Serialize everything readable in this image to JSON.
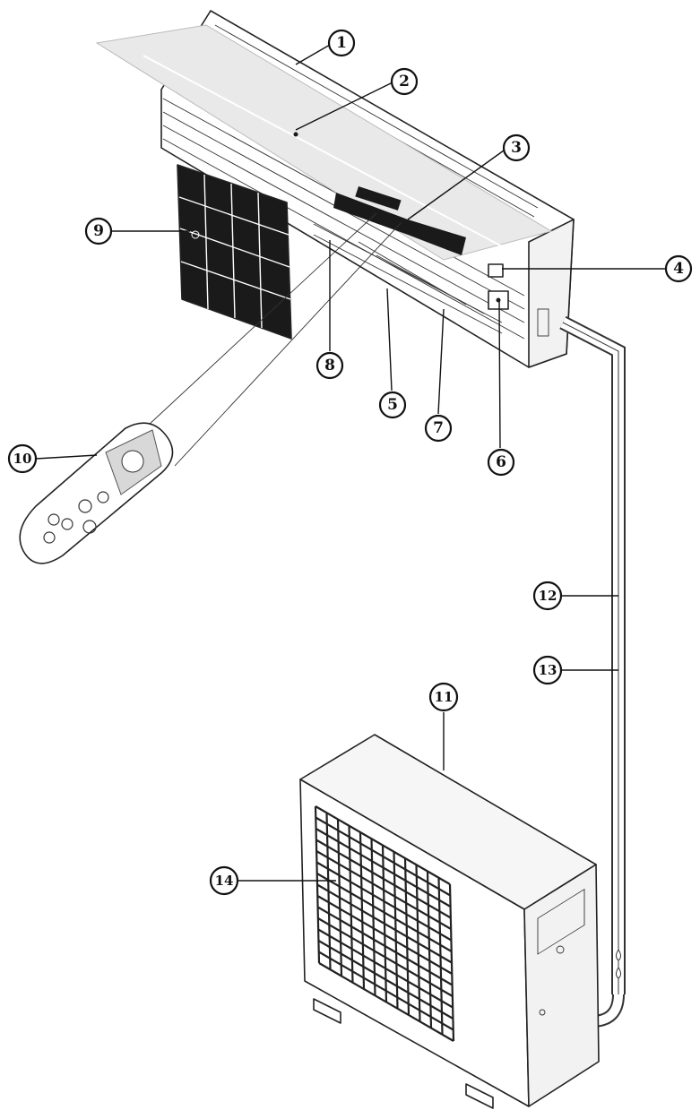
{
  "diagram": {
    "callouts": [
      {
        "id": "c1",
        "label": "1"
      },
      {
        "id": "c2",
        "label": "2"
      },
      {
        "id": "c3",
        "label": "3"
      },
      {
        "id": "c4",
        "label": "4"
      },
      {
        "id": "c5",
        "label": "5"
      },
      {
        "id": "c6",
        "label": "6"
      },
      {
        "id": "c7",
        "label": "7"
      },
      {
        "id": "c8",
        "label": "8"
      },
      {
        "id": "c9",
        "label": "9"
      },
      {
        "id": "c10",
        "label": "10"
      },
      {
        "id": "c11",
        "label": "11"
      },
      {
        "id": "c12",
        "label": "12"
      },
      {
        "id": "c13",
        "label": "13"
      },
      {
        "id": "c14",
        "label": "14"
      }
    ]
  },
  "colors": {
    "ink": "#111111",
    "panel": "#e9e9e9",
    "filter_mesh": "#1a1a1a"
  }
}
